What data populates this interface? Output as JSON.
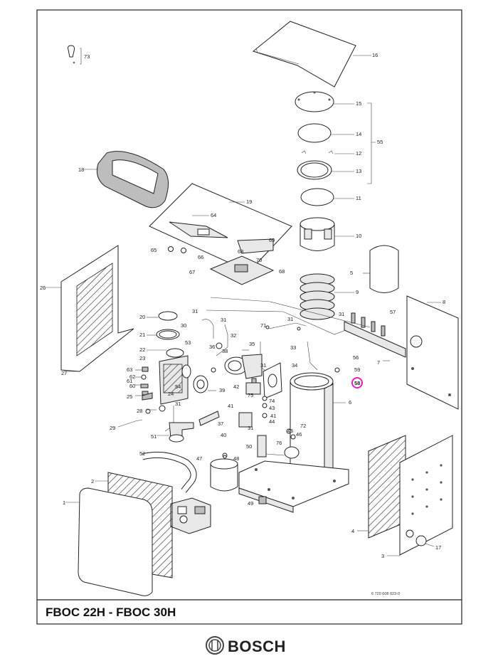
{
  "diagram": {
    "title": "FBOC 22H - FBOC 30H",
    "drawing_number": "6 720 608 023-0",
    "brand": "BOSCH",
    "highlight_color": "#e020c0",
    "highlighted_part": "58",
    "labels": {
      "p1": "1",
      "p2": "2",
      "p3": "3",
      "p4": "4",
      "p5": "5",
      "p6": "6",
      "p7": "7",
      "p8": "8",
      "p9": "9",
      "p10": "10",
      "p11": "11",
      "p12": "12",
      "p13": "13",
      "p14": "14",
      "p15": "15",
      "p16": "16",
      "p17": "17",
      "p18": "18",
      "p19": "19",
      "p20": "20",
      "p21": "21",
      "p22": "22",
      "p23": "23",
      "p24": "24",
      "p25": "25",
      "p26": "26",
      "p27": "27",
      "p28": "28",
      "p29": "29",
      "p30": "30",
      "p31a": "31",
      "p31b": "31",
      "p31c": "31",
      "p31d": "31",
      "p31e": "31",
      "p31f": "31",
      "p32": "32",
      "p33": "33",
      "p34": "34",
      "p35": "35",
      "p36": "36",
      "p37": "37",
      "p38": "38",
      "p39": "39",
      "p40": "40",
      "p41a": "41",
      "p41b": "41",
      "p42": "42",
      "p43": "43",
      "p44": "44",
      "p45": "45",
      "p46": "46",
      "p47": "47",
      "p48": "48",
      "p49": "49",
      "p50": "50",
      "p51": "51",
      "p52": "52",
      "p53": "53",
      "p54": "54",
      "p55": "55",
      "p56": "56",
      "p57": "57",
      "p58": "58",
      "p59": "59",
      "p60": "60",
      "p61": "61",
      "p62": "62",
      "p63": "63",
      "p64": "64",
      "p65": "65",
      "p66": "66",
      "p67": "67",
      "p68a": "68",
      "p68b": "68",
      "p69": "69",
      "p70": "70",
      "p71": "71",
      "p72": "72",
      "p73": "73",
      "p74": "74",
      "p75": "75",
      "p76": "76"
    }
  }
}
